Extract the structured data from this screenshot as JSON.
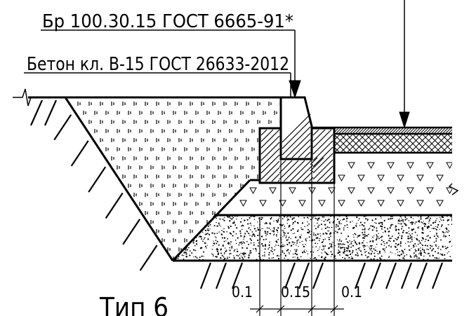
{
  "labels": {
    "curb_stone": "Бр 100.30.15 ГОСТ 6665-91*",
    "concrete": "Бетон кл. В-15 ГОСТ 26633-2012",
    "type_title": "Тип 6"
  },
  "dimensions": [
    "0.1",
    "0.15",
    "0.1"
  ],
  "colors": {
    "ink": "#000000",
    "background": "#ffffff"
  }
}
